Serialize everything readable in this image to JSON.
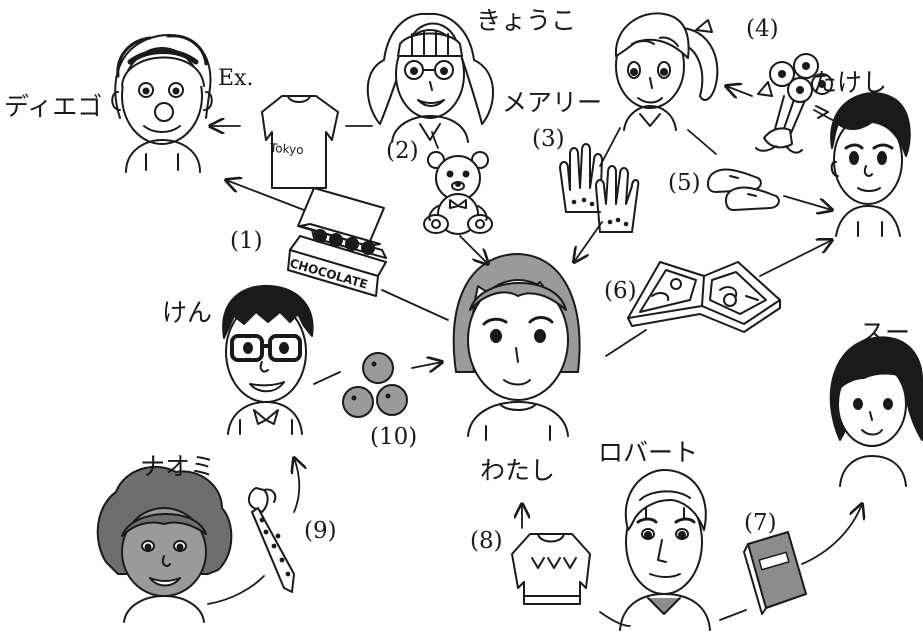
{
  "people": {
    "diego": "ディエゴ",
    "kyouko": "きょうこ",
    "mary": "メアリー",
    "takeshi": "たけし",
    "ken": "けん",
    "watashi": "わたし",
    "sue": "スー",
    "naomi": "ナオミ",
    "robert": "ロバート"
  },
  "example_label": "Ex.",
  "gift_texts": {
    "sweatshirt": "Tokyo",
    "chocolate_box": "CHOCOLATE"
  },
  "numbers": {
    "n1": "(1)",
    "n2": "(2)",
    "n3": "(3)",
    "n4": "(4)",
    "n5": "(5)",
    "n6": "(6)",
    "n7": "(7)",
    "n8": "(8)",
    "n9": "(9)",
    "n10": "(10)"
  },
  "colors": {
    "ink": "#1a1a1a",
    "hair_gray": "#9a9a9a",
    "skin_dark": "#8a8a8a",
    "book": "#8c8c8c",
    "background": "#ffffff"
  }
}
